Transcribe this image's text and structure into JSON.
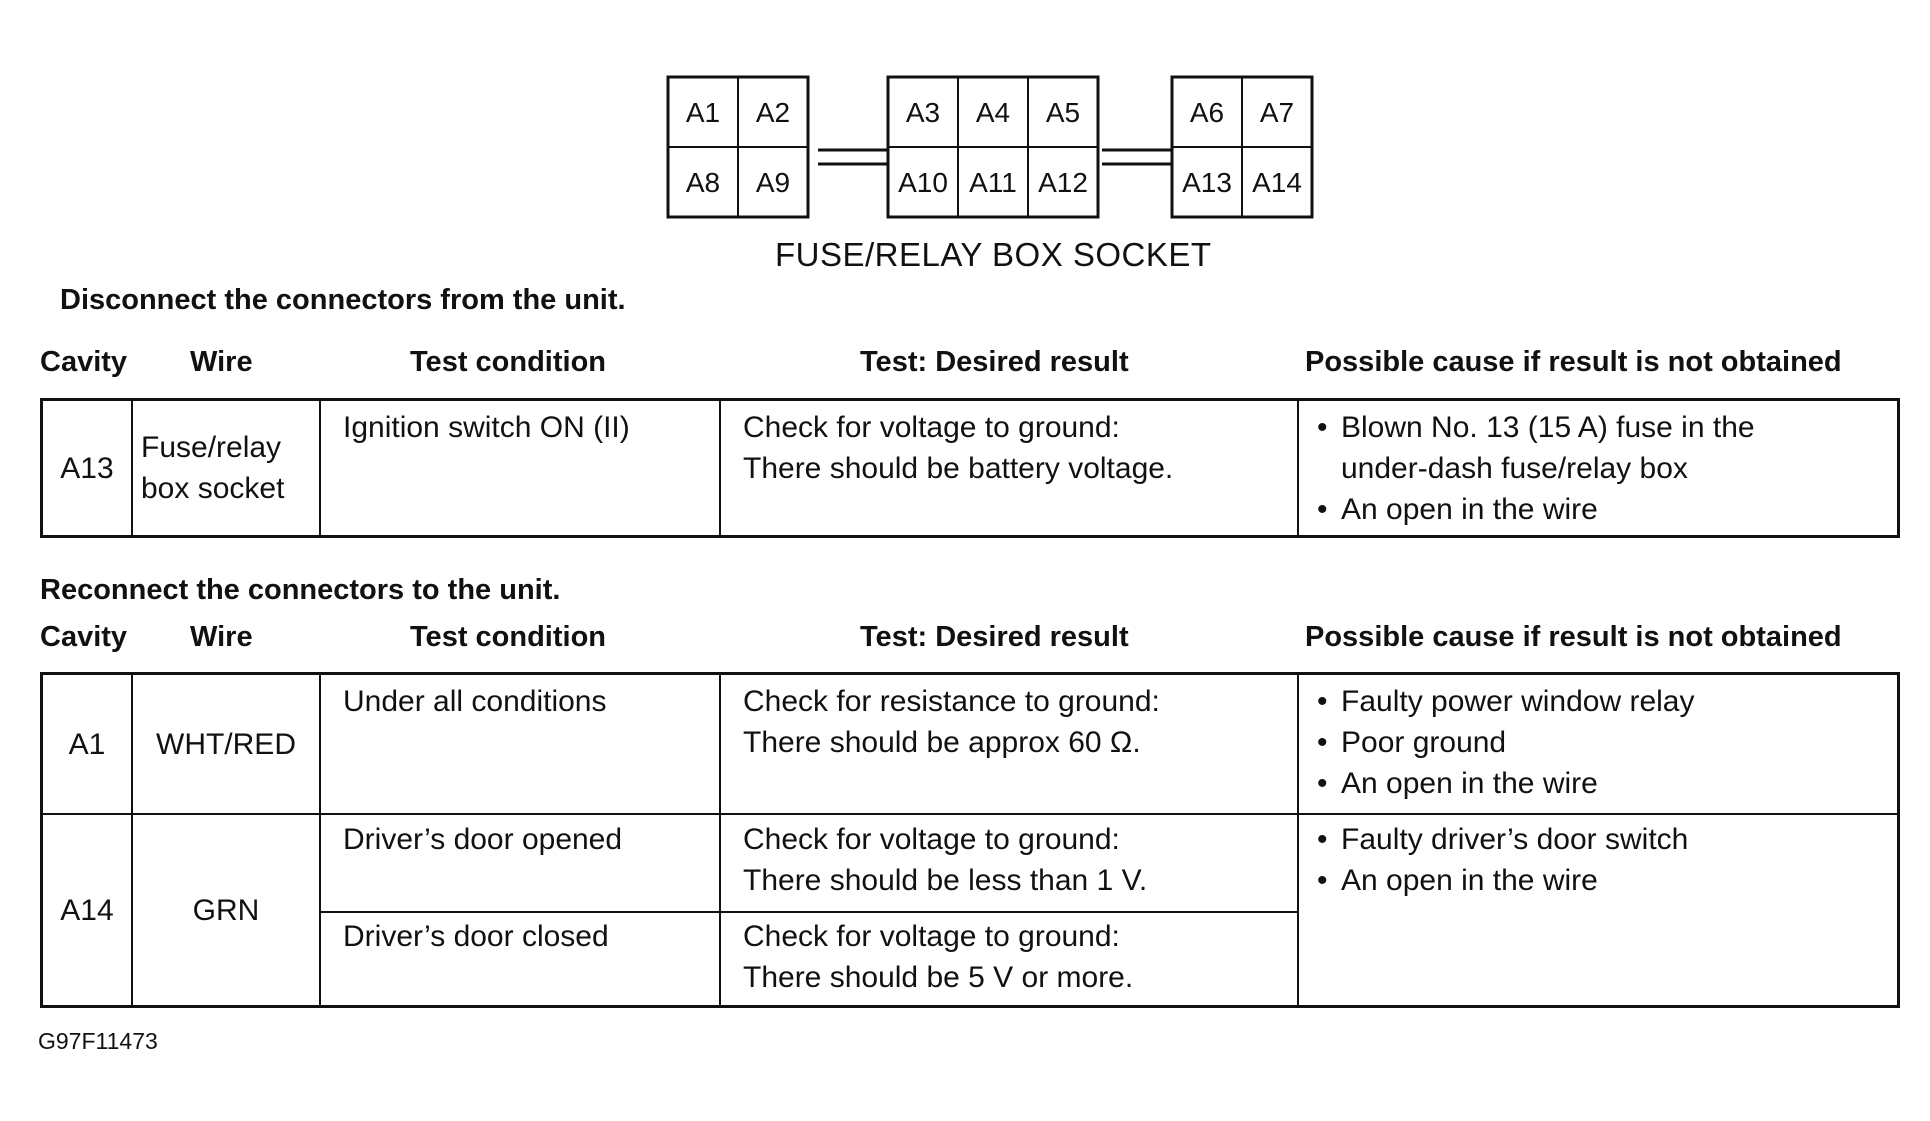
{
  "connector": {
    "caption": "FUSE/RELAY BOX SOCKET",
    "groups": [
      {
        "top": [
          "A1",
          "A2"
        ],
        "bottom": [
          "A8",
          "A9"
        ]
      },
      {
        "top": [
          "A3",
          "A4",
          "A5"
        ],
        "bottom": [
          "A10",
          "A11",
          "A12"
        ]
      },
      {
        "top": [
          "A6",
          "A7"
        ],
        "bottom": [
          "A13",
          "A14"
        ]
      }
    ]
  },
  "headers": {
    "cavity": "Cavity",
    "wire": "Wire",
    "test_condition": "Test condition",
    "desired_result": "Test: Desired result",
    "possible_cause": "Possible cause if result is not obtained"
  },
  "section1": {
    "heading": "Disconnect the connectors from the unit.",
    "rows": [
      {
        "cavity": "A13",
        "wire_line1": "Fuse/relay",
        "wire_line2": "box socket",
        "condition": "Ignition switch ON (II)",
        "result_line1": "Check for voltage to ground:",
        "result_line2": "There should be battery voltage.",
        "causes": [
          "Blown No. 13 (15 A) fuse in the",
          "under-dash fuse/relay box",
          "An open in the wire"
        ]
      }
    ]
  },
  "section2": {
    "heading": "Reconnect the connectors to the unit.",
    "row1": {
      "cavity": "A1",
      "wire": "WHT/RED",
      "condition": "Under all conditions",
      "result_line1": "Check for resistance to ground:",
      "result_line2": "There should be approx 60 Ω.",
      "causes": [
        "Faulty power window relay",
        "Poor ground",
        "An open in the wire"
      ]
    },
    "row2": {
      "cavity": "A14",
      "wire": "GRN",
      "sub1": {
        "condition": "Driver’s door opened",
        "result_line1": "Check for voltage to ground:",
        "result_line2": "There should be less than 1 V."
      },
      "sub2": {
        "condition": "Driver’s door closed",
        "result_line1": "Check for voltage to ground:",
        "result_line2": "There should be 5 V or more."
      },
      "causes": [
        "Faulty driver’s door switch",
        "An open in the wire"
      ]
    }
  },
  "figure_id": "G97F11473"
}
